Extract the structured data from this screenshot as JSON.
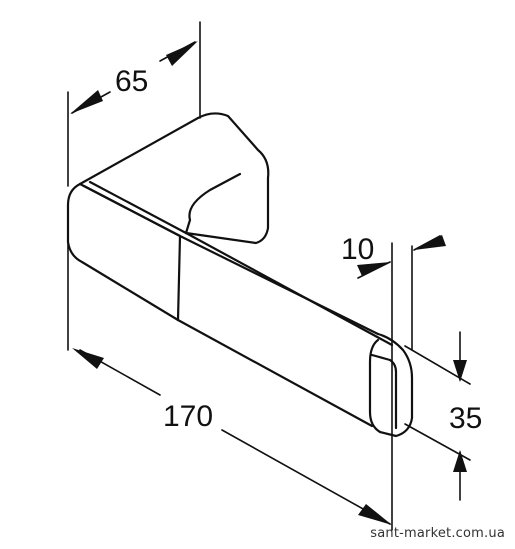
{
  "diagram": {
    "dimensions": {
      "width": "65",
      "length": "170",
      "thickness": "10",
      "height": "35"
    },
    "watermark": "sant-market.com.ua"
  }
}
